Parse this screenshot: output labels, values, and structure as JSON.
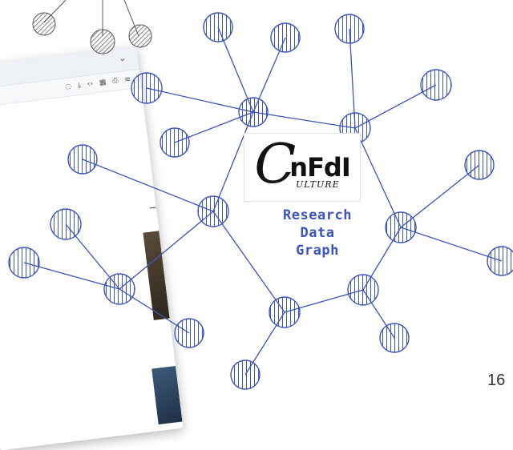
{
  "logo": {
    "letter": "C",
    "main": "nFdI",
    "sub": "ULTURE"
  },
  "graph_label": {
    "line1": "Research",
    "line2": "Data",
    "line3": "Graph"
  },
  "page_number": "16",
  "colors": {
    "graph_stroke": "#3d54b8",
    "node_hatch": "#3d54b8",
    "bg_node_stroke": "#555555"
  }
}
